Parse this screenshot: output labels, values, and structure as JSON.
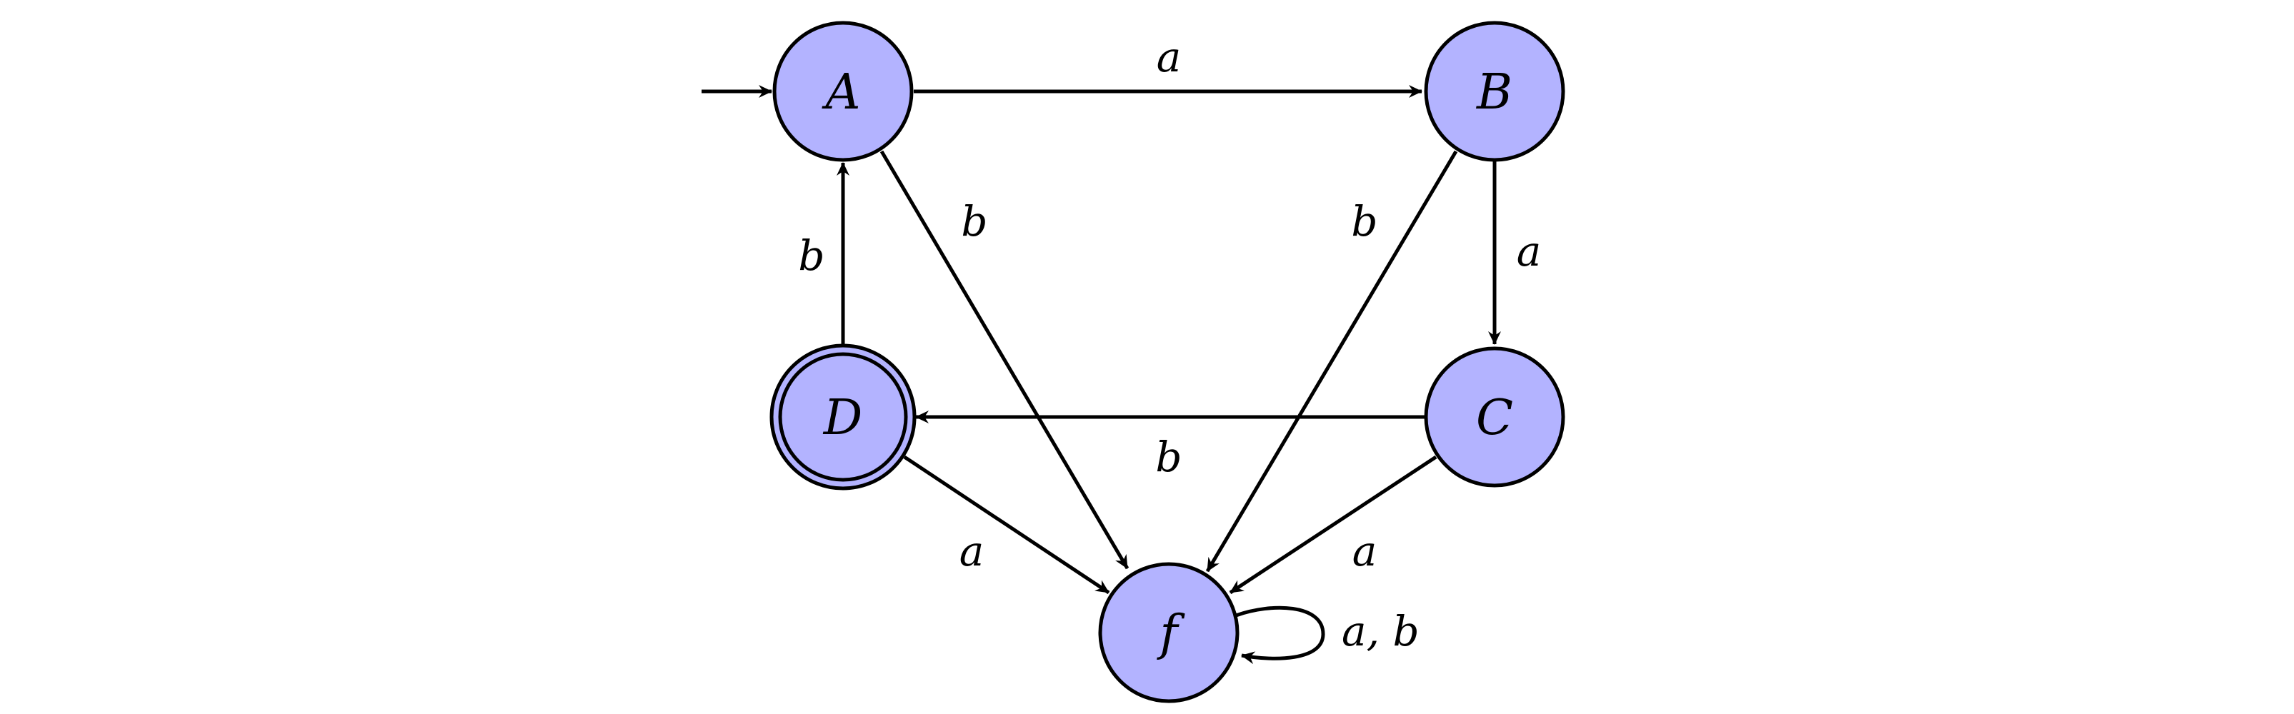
{
  "colors": {
    "node_fill": "#b3b3ff",
    "stroke": "#000000"
  },
  "nodes": {
    "A": {
      "label": "A",
      "initial": true,
      "accepting": false
    },
    "B": {
      "label": "B",
      "initial": false,
      "accepting": false
    },
    "C": {
      "label": "C",
      "initial": false,
      "accepting": false
    },
    "D": {
      "label": "D",
      "initial": false,
      "accepting": true
    },
    "f": {
      "label": "f",
      "initial": false,
      "accepting": false
    }
  },
  "edges": {
    "A_B": {
      "from": "A",
      "to": "B",
      "label": "a"
    },
    "A_f": {
      "from": "A",
      "to": "f",
      "label": "b"
    },
    "B_f": {
      "from": "B",
      "to": "f",
      "label": "b"
    },
    "B_C": {
      "from": "B",
      "to": "C",
      "label": "a"
    },
    "D_A": {
      "from": "D",
      "to": "A",
      "label": "b"
    },
    "C_D": {
      "from": "C",
      "to": "D",
      "label": "b"
    },
    "D_f": {
      "from": "D",
      "to": "f",
      "label": "a"
    },
    "C_f": {
      "from": "C",
      "to": "f",
      "label": "a"
    },
    "f_f": {
      "from": "f",
      "to": "f",
      "label": "a, b"
    }
  }
}
